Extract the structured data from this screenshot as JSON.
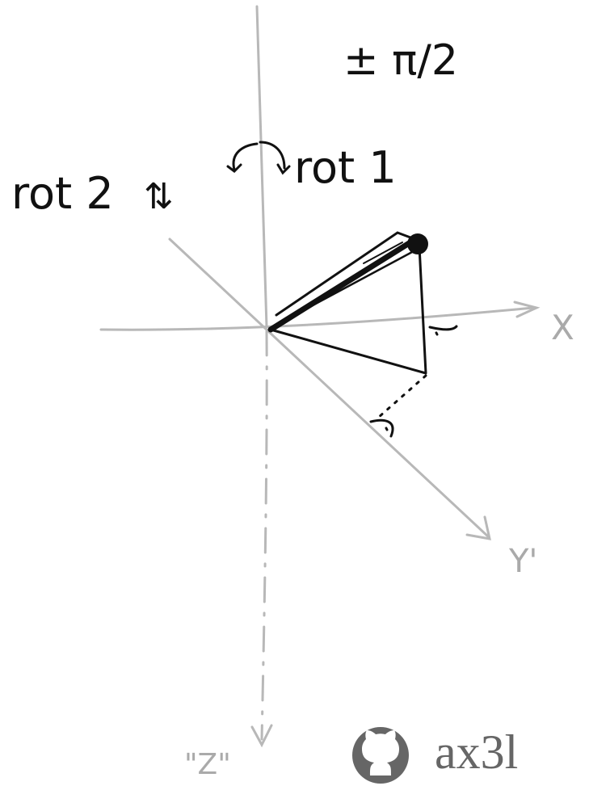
{
  "annotations": {
    "angle_label": "± π/2",
    "rotation_left": "rot 2",
    "rotation_right": "rot 1"
  },
  "axes": {
    "x_label": "X",
    "y_label": "Y'",
    "z_label": "\"Z\""
  },
  "credit": {
    "icon": "github-icon",
    "username": "ax3l"
  },
  "colors": {
    "ink": "#111111",
    "axis_gray": "#b3b3b3",
    "credit_gray": "#666666"
  }
}
